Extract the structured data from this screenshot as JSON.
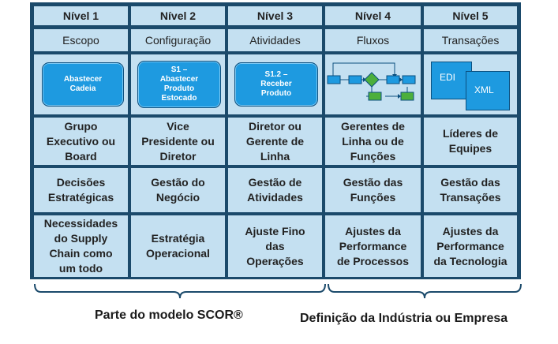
{
  "headers": [
    "Nível 1",
    "Nível 2",
    "Nível 3",
    "Nível 4",
    "Nível 5"
  ],
  "topics": [
    "Escopo",
    "Configuração",
    "Atividades",
    "Fluxos",
    "Transações"
  ],
  "shapes": {
    "level1": "Abastecer\nCadeia",
    "level2": "S1 –\nAbastecer\nProduto\nEstocado",
    "level3": "S1.2 –\nReceber\nProduto",
    "level5_doc1": "EDI",
    "level5_doc2": "XML"
  },
  "owners": [
    "Grupo\nExecutivo ou\nBoard",
    "Vice\nPresidente ou\nDiretor",
    "Diretor ou\nGerente de\nLinha",
    "Gerentes de\nLinha ou de\nFunções",
    "Líderes de\nEquipes"
  ],
  "management": [
    "Decisões\nEstratégicas",
    "Gestão do\nNegócio",
    "Gestão de\nAtividades",
    "Gestão das\nFunções",
    "Gestão das\nTransações"
  ],
  "adjustments": [
    "Necessidades\ndo Supply\nChain como\num todo",
    "Estratégia\nOperacional",
    "Ajuste Fino\ndas\nOperações",
    "Ajustes da\nPerformance\nde Processos",
    "Ajustes da\nPerformance\nda Tecnologia"
  ],
  "footer": {
    "left": "Parte do modelo SCOR®",
    "right": "Definição da Indústria ou Empresa"
  },
  "colors": {
    "cell_fill": "#c4e0f1",
    "grid_line": "#1b4a6b",
    "shape_fill": "#1e9ae0",
    "flow_green": "#4caf3c"
  }
}
